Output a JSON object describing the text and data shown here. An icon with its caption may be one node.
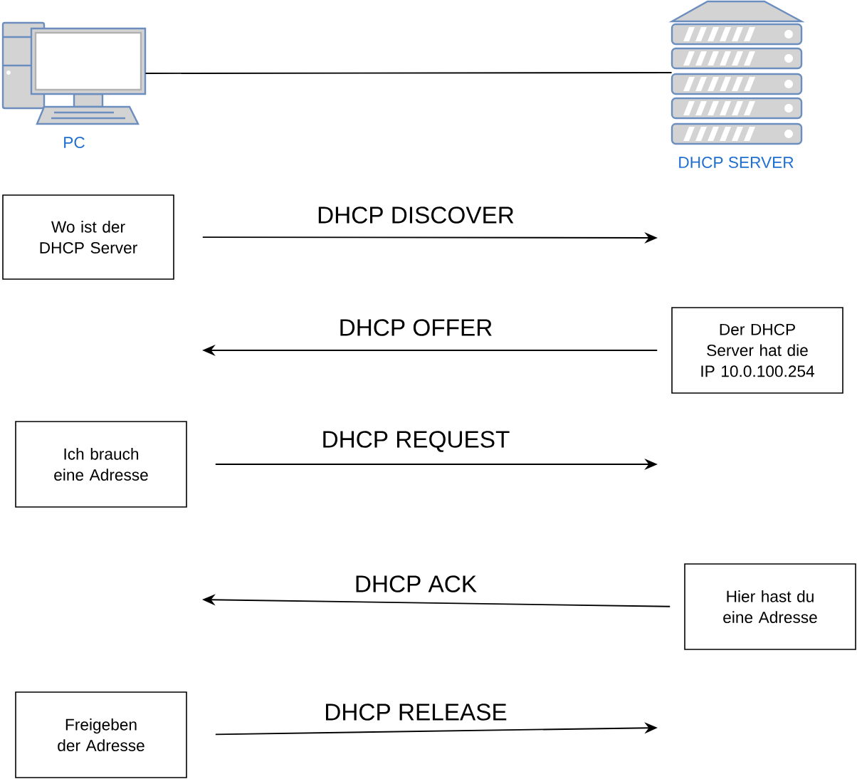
{
  "diagram": {
    "nodes": [
      {
        "text": [],
        "shape": "picture",
        "beside": [
          "PC"
        ]
      },
      {
        "text": [],
        "shape": "picture",
        "beside": [
          "DHCP SERVER"
        ]
      },
      {
        "text": [
          "Wo ist der DHCP Server"
        ]
      },
      {
        "text": [
          "Der DHCP Server hat die IP 10.0.100.254"
        ]
      },
      {
        "text": [
          "Ich brauch eine Adresse"
        ]
      },
      {
        "text": [
          "Hier hast du eine Adresse"
        ]
      },
      {
        "text": [
          "Freigeben der Adresse"
        ]
      }
    ],
    "edges": [
      {
        "from": 0,
        "to": 1,
        "arrow": "none"
      },
      {
        "from": 2,
        "to": null,
        "arrow": "to",
        "label": "DHCP DISCOVER"
      },
      {
        "from": 3,
        "to": null,
        "arrow": "to",
        "label": "DHCP OFFER"
      },
      {
        "from": 4,
        "to": null,
        "arrow": "to",
        "label": "DHCP REQUEST"
      },
      {
        "from": 5,
        "to": null,
        "arrow": "to",
        "label": "DHCP ACK"
      },
      {
        "from": 6,
        "to": null,
        "arrow": "to",
        "label": "DHCP RELEASE"
      }
    ]
  }
}
